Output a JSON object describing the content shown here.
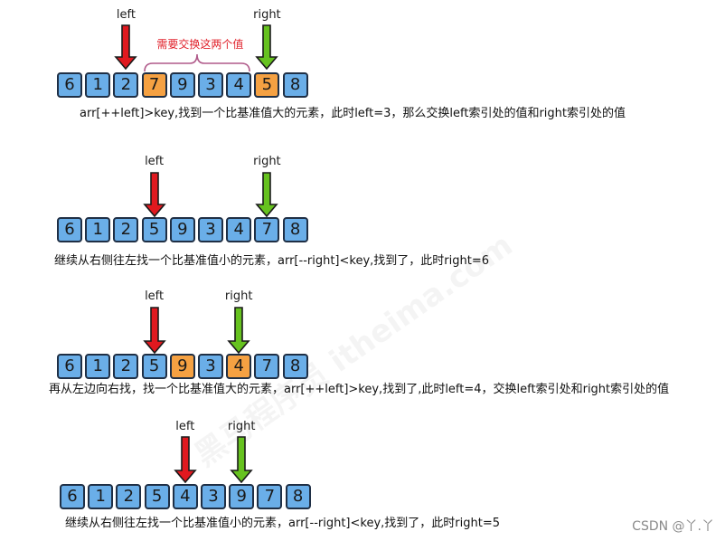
{
  "diagram": {
    "steps": [
      {
        "cells": [
          {
            "value": "6",
            "color": "#6aaee8"
          },
          {
            "value": "1",
            "color": "#6aaee8"
          },
          {
            "value": "2",
            "color": "#6aaee8"
          },
          {
            "value": "7",
            "color": "#f5a142"
          },
          {
            "value": "9",
            "color": "#6aaee8"
          },
          {
            "value": "3",
            "color": "#6aaee8"
          },
          {
            "value": "4",
            "color": "#6aaee8"
          },
          {
            "value": "5",
            "color": "#f5a142"
          },
          {
            "value": "8",
            "color": "#6aaee8"
          }
        ],
        "left_label": "left",
        "right_label": "right",
        "left_index": 2,
        "right_index": 7,
        "brace_label": "需要交换这两个值",
        "caption": "arr[++left]>key,找到一个比基准值大的元素，此时left=3，那么交换left索引处的值和right索引处的值"
      },
      {
        "cells": [
          {
            "value": "6",
            "color": "#6aaee8"
          },
          {
            "value": "1",
            "color": "#6aaee8"
          },
          {
            "value": "2",
            "color": "#6aaee8"
          },
          {
            "value": "5",
            "color": "#6aaee8"
          },
          {
            "value": "9",
            "color": "#6aaee8"
          },
          {
            "value": "3",
            "color": "#6aaee8"
          },
          {
            "value": "4",
            "color": "#6aaee8"
          },
          {
            "value": "7",
            "color": "#6aaee8"
          },
          {
            "value": "8",
            "color": "#6aaee8"
          }
        ],
        "left_label": "left",
        "right_label": "right",
        "left_index": 3,
        "right_index": 7,
        "caption": "继续从右侧往左找一个比基准值小的元素，arr[--right]<key,找到了，此时right=6"
      },
      {
        "cells": [
          {
            "value": "6",
            "color": "#6aaee8"
          },
          {
            "value": "1",
            "color": "#6aaee8"
          },
          {
            "value": "2",
            "color": "#6aaee8"
          },
          {
            "value": "5",
            "color": "#6aaee8"
          },
          {
            "value": "9",
            "color": "#f5a142"
          },
          {
            "value": "3",
            "color": "#6aaee8"
          },
          {
            "value": "4",
            "color": "#f5a142"
          },
          {
            "value": "7",
            "color": "#6aaee8"
          },
          {
            "value": "8",
            "color": "#6aaee8"
          }
        ],
        "left_label": "left",
        "right_label": "right",
        "left_index": 3,
        "right_index": 6,
        "caption": "再从左边向右找，找一个比基准值大的元素，arr[++left]>key,找到了,此时left=4，交换left索引处和right索引处的值"
      },
      {
        "cells": [
          {
            "value": "6",
            "color": "#6aaee8"
          },
          {
            "value": "1",
            "color": "#6aaee8"
          },
          {
            "value": "2",
            "color": "#6aaee8"
          },
          {
            "value": "5",
            "color": "#6aaee8"
          },
          {
            "value": "4",
            "color": "#6aaee8"
          },
          {
            "value": "3",
            "color": "#6aaee8"
          },
          {
            "value": "9",
            "color": "#6aaee8"
          },
          {
            "value": "7",
            "color": "#6aaee8"
          },
          {
            "value": "8",
            "color": "#6aaee8"
          }
        ],
        "left_label": "left",
        "right_label": "right",
        "left_index": 4,
        "right_index": 6,
        "caption": "继续从右侧往左找一个比基准值小的元素，arr[--right]<key,找到了，此时right=5"
      }
    ],
    "arrow_colors": {
      "left": "#e0191f",
      "right": "#66c21f"
    }
  },
  "watermark": "CSDN @丫.丫"
}
